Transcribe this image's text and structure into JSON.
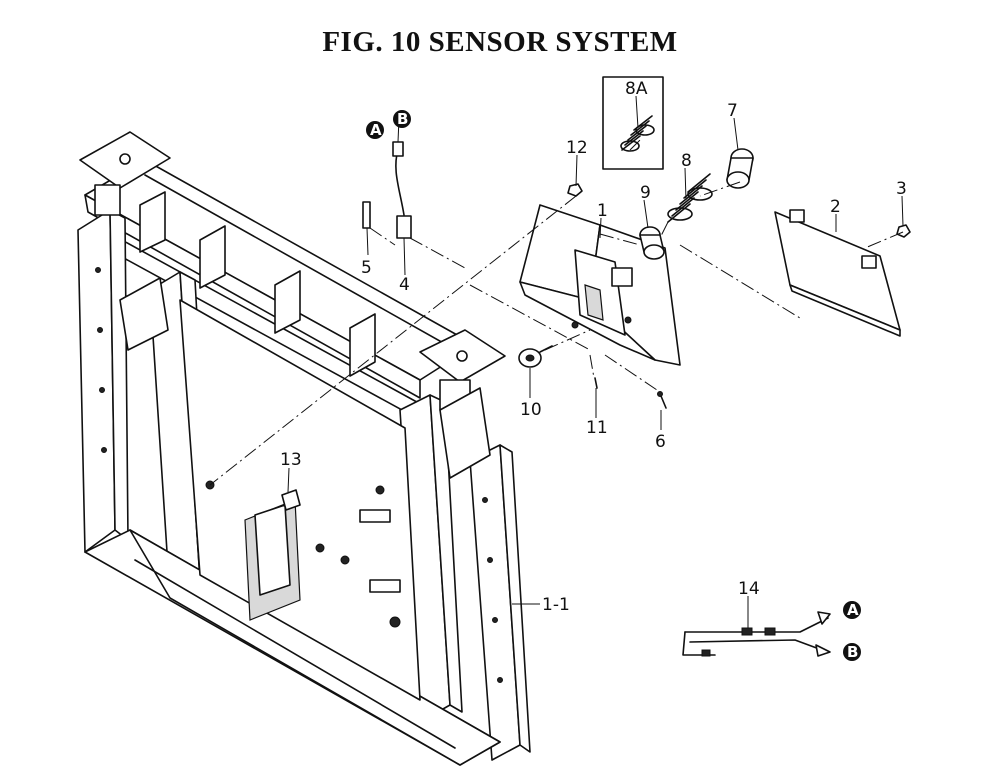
{
  "title": "FIG. 10  SENSOR SYSTEM",
  "parts": [
    {
      "ref": "1"
    },
    {
      "ref": "1-1"
    },
    {
      "ref": "2"
    },
    {
      "ref": "3"
    },
    {
      "ref": "4"
    },
    {
      "ref": "5"
    },
    {
      "ref": "6"
    },
    {
      "ref": "7"
    },
    {
      "ref": "8"
    },
    {
      "ref": "8A"
    },
    {
      "ref": "9"
    },
    {
      "ref": "10"
    },
    {
      "ref": "11"
    },
    {
      "ref": "12"
    },
    {
      "ref": "13"
    },
    {
      "ref": "14"
    }
  ],
  "connectors": {
    "a": "A",
    "b": "B"
  }
}
